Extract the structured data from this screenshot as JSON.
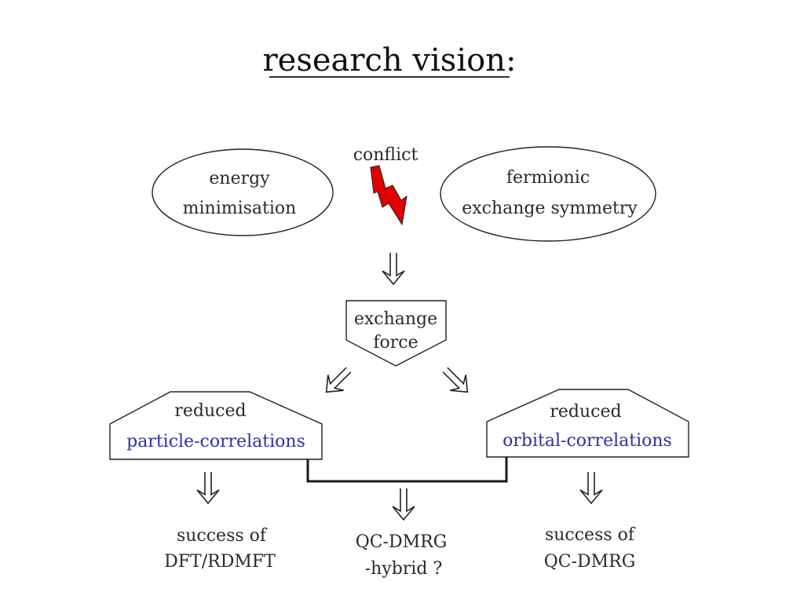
{
  "title": "research vision:",
  "nodes": {
    "energy": {
      "line1": "energy",
      "line2": "minimisation"
    },
    "fermionic": {
      "line1": "fermionic",
      "line2": "exchange symmetry"
    },
    "conflict": {
      "label": "conflict"
    },
    "exchange_force": {
      "line1": "exchange",
      "line2": "force"
    },
    "reduced_left": {
      "line1": "reduced",
      "line2": "particle-correlations"
    },
    "reduced_right": {
      "line1": "reduced",
      "line2": "orbital-correlations"
    },
    "outcome_left": {
      "line1": "success of",
      "line2": "DFT/RDMFT"
    },
    "outcome_middle": {
      "line1": "QC-DMRG",
      "line2": "-hybrid ?"
    },
    "outcome_right": {
      "line1": "success of",
      "line2": "QC-DMRG"
    }
  },
  "colors": {
    "lightning": "#e00000",
    "highlight_text": "#2f2fa8",
    "stroke": "#222222"
  },
  "icons": {
    "conflict": "lightning-bolt",
    "arrow": "double-line-arrow"
  }
}
